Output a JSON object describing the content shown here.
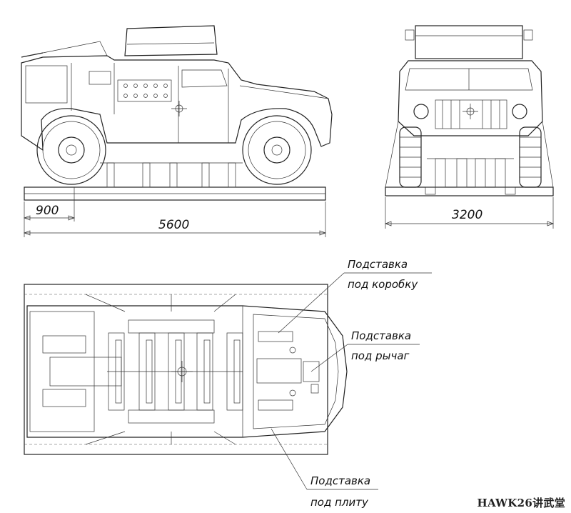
{
  "dimensions": {
    "wheel_offset": "900",
    "length": "5600",
    "width": "3200"
  },
  "callouts": {
    "box_stand": {
      "line1": "Подставка",
      "line2": "под коробку"
    },
    "lever_stand": {
      "line1": "Подставка",
      "line2": "под рычаг"
    },
    "plate_stand": {
      "line1": "Подставка",
      "line2": "под плиту"
    }
  },
  "watermark": "HAWK26讲武堂"
}
